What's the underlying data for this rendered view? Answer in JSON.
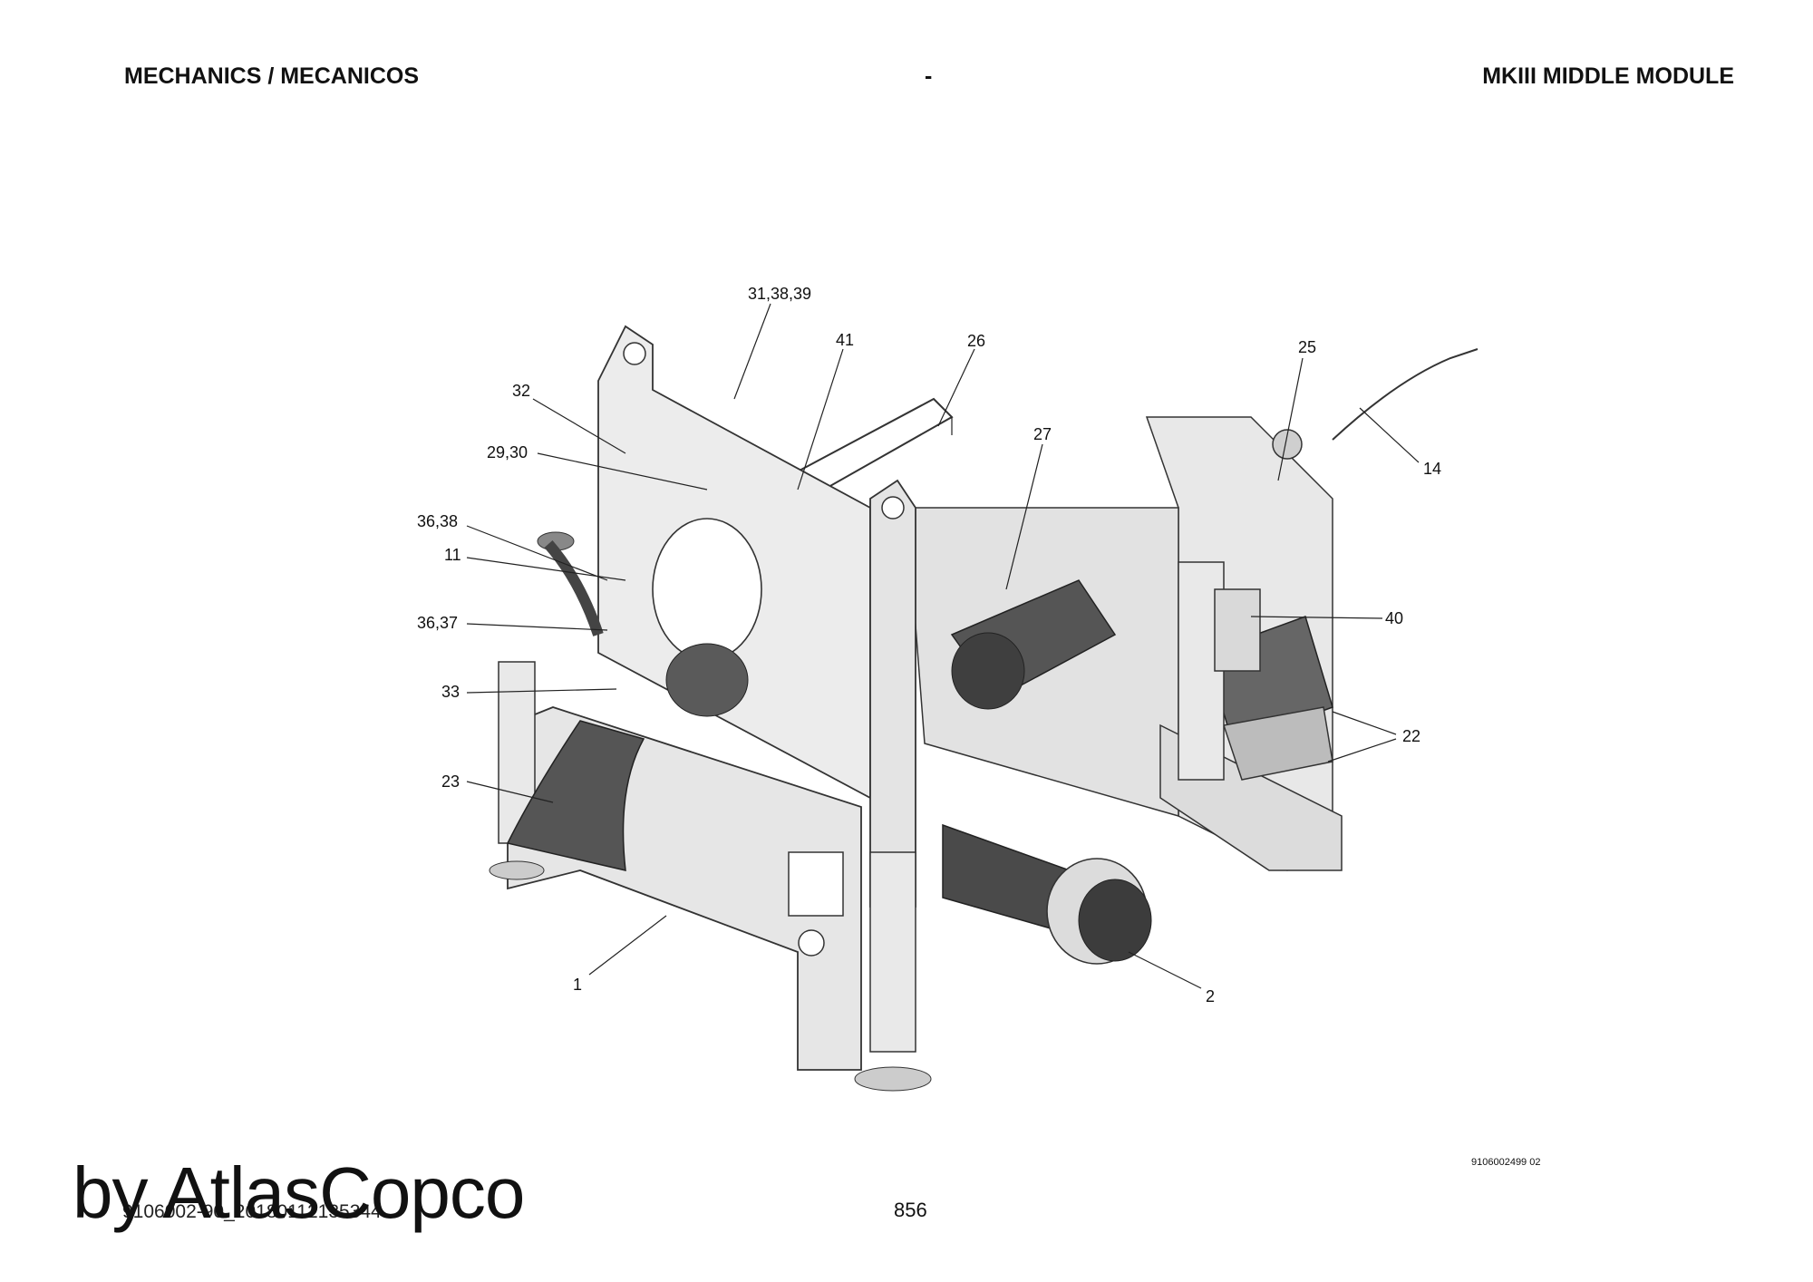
{
  "header": {
    "left": "MECHANICS / MECANICOS",
    "center": "-",
    "right": "MKIII MIDDLE MODULE"
  },
  "callouts": {
    "c31_38_39": "31,38,39",
    "c41": "41",
    "c26": "26",
    "c32": "32",
    "c25": "25",
    "c27": "27",
    "c14": "14",
    "c29_30": "29,30",
    "c36_38": "36,38",
    "c11": "11",
    "c36_37": "36,37",
    "c40": "40",
    "c33": "33",
    "c22": "22",
    "c23": "23",
    "c1": "1",
    "c2": "2"
  },
  "footer": {
    "drawing_id": "9106002499 02",
    "page_number": "856",
    "doc_code": "9106002-90_20180112135344",
    "watermark": "by AtlasCopco"
  }
}
